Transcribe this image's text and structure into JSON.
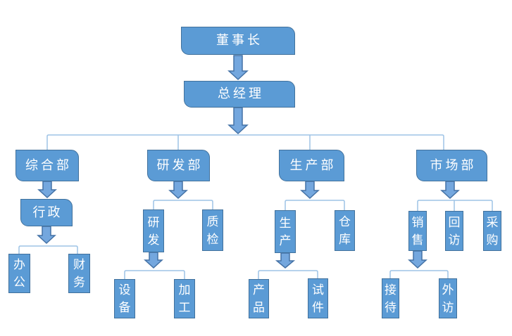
{
  "diagram": {
    "type": "org-chart",
    "background": "#FFFFFF",
    "colors": {
      "node_fill": "#5B9BD5",
      "node_border": "#41719C",
      "arrow_fill": "#74A7DE",
      "arrow_border": "#4472A6",
      "connector": "#9DC3E6",
      "text": "#FFFFFF"
    },
    "org": {
      "label": "董事长",
      "children": [
        {
          "label": "总经理",
          "children": [
            {
              "label": "综合部",
              "children": [
                {
                  "label": "行政",
                  "children": [
                    {
                      "label": "办公"
                    },
                    {
                      "label": "财务"
                    }
                  ]
                }
              ]
            },
            {
              "label": "研发部",
              "children": [
                {
                  "label": "研发",
                  "children": [
                    {
                      "label": "设备"
                    },
                    {
                      "label": "加工"
                    }
                  ]
                },
                {
                  "label": "质检"
                }
              ]
            },
            {
              "label": "生产部",
              "children": [
                {
                  "label": "生产",
                  "children": [
                    {
                      "label": "产品"
                    },
                    {
                      "label": "试件"
                    }
                  ]
                },
                {
                  "label": "仓库"
                }
              ]
            },
            {
              "label": "市场部",
              "children": [
                {
                  "label": "销售",
                  "children": [
                    {
                      "label": "接待"
                    },
                    {
                      "label": "外访"
                    }
                  ]
                },
                {
                  "label": "回访"
                },
                {
                  "label": "采购"
                }
              ]
            }
          ]
        }
      ]
    }
  }
}
